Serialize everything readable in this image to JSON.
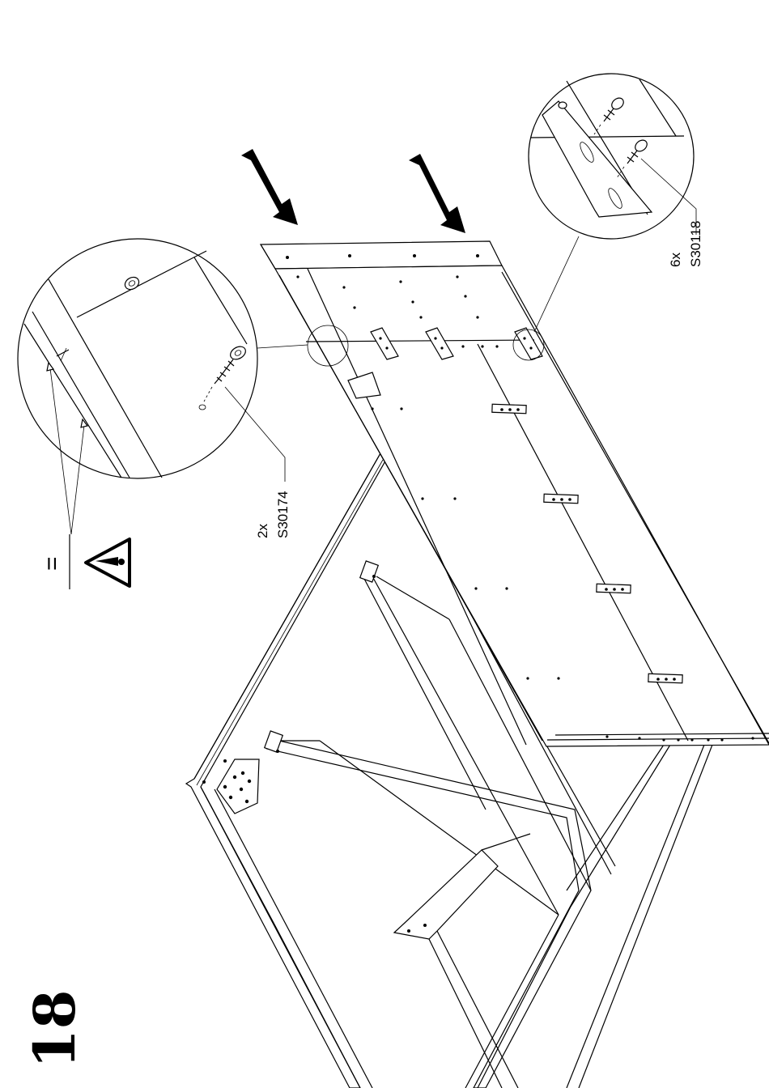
{
  "step": {
    "number": "18"
  },
  "callout_left": {
    "quantity": "2x",
    "part_code": "S30174"
  },
  "callout_right": {
    "quantity": "6x",
    "part_code": "S30118"
  },
  "warning": {
    "equals_sign": "=",
    "icon": "warning-triangle-icon"
  },
  "arrows": {
    "icon": "push-arrow-icon",
    "count": 2
  }
}
